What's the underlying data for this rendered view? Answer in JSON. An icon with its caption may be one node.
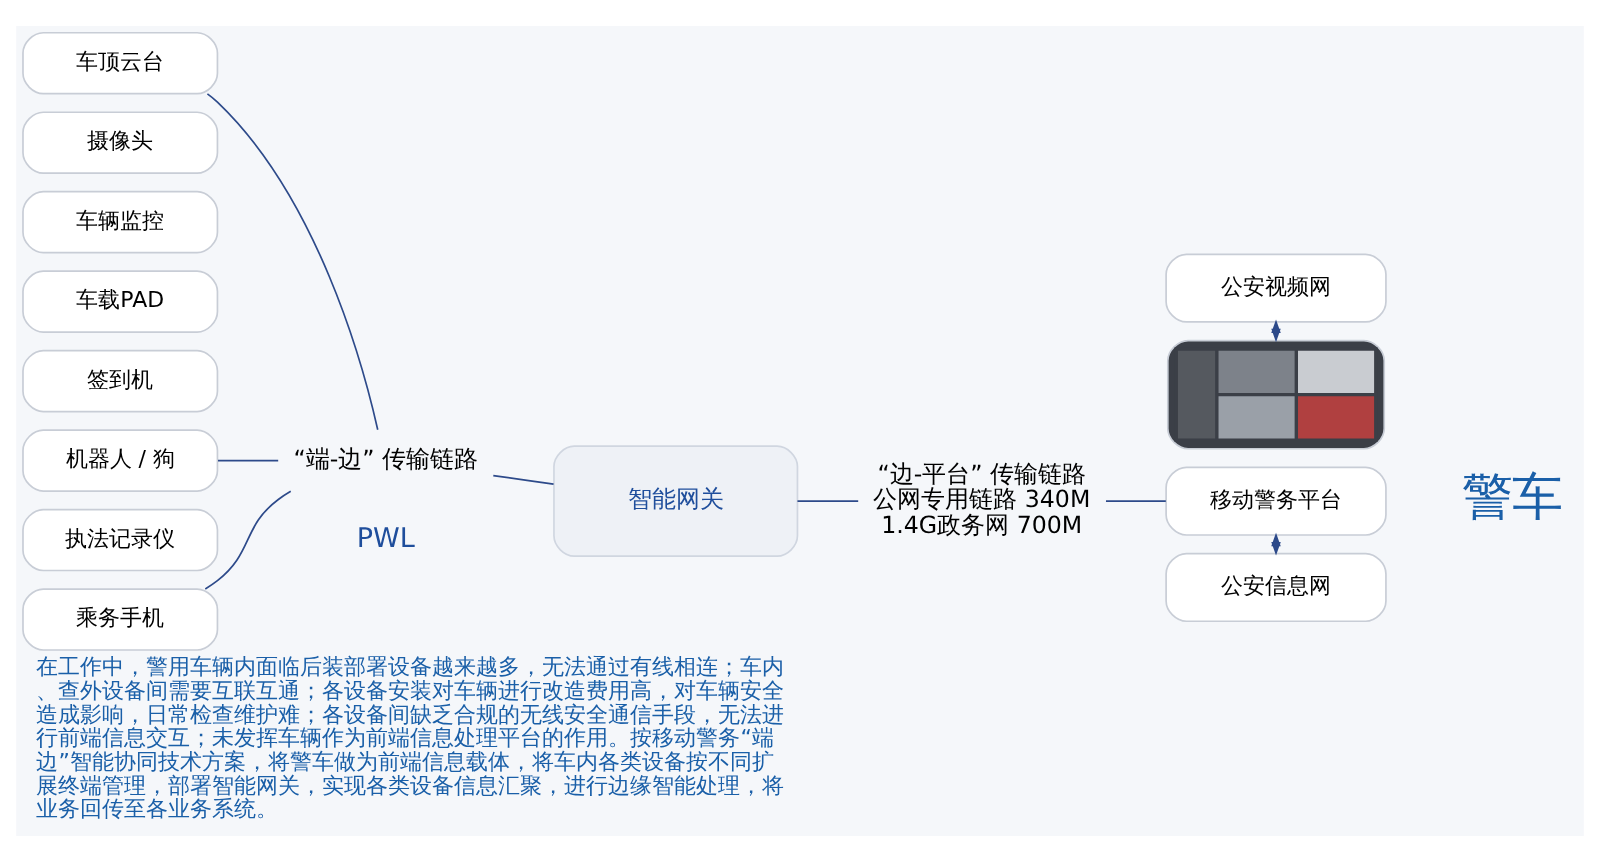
{
  "diagram": {
    "caption": "在工作中，警用车辆内面临后装部署设备越来越多，无法通过有线相连；车内、查外设备间需要互联互通；各设备安装对车辆进行改造费用高，对车辆安全造成影响，日常检查维护难；各设备间缺乏合规的无线安全通信手段，无法进行前端信息交互；未发挥车辆作为前端信息处理平台的作用。按移动警务“端边”智能协同技术方案，将警车做为前端信息载体，将车内各类设备按不同扩展终端管理，部署智能网关，实现各类设备信息汇聚，进行边缘智能处理，将业务回传至各业务系统。",
    "nodes": [
      {
        "text": [
          "车顶云台"
        ]
      },
      {
        "text": [
          "摄像头"
        ]
      },
      {
        "text": [
          "车辆监控"
        ]
      },
      {
        "text": [
          "车载PAD"
        ]
      },
      {
        "text": [
          "签到机"
        ]
      },
      {
        "text": [
          "机器人 / 狗"
        ]
      },
      {
        "text": [
          "执法记录仪"
        ]
      },
      {
        "text": [
          "乘务手机"
        ]
      },
      {
        "text": [
          "“端-边” 传输链路"
        ]
      },
      {
        "text": [
          "智能网关"
        ]
      },
      {
        "text": [
          "“边-平台” 传输链路",
          "公网专用链路 340M",
          "1.4G政务网 700M"
        ]
      },
      {
        "text": [
          "公安视频网"
        ]
      },
      {
        "text": [],
        "shape": "picture"
      },
      {
        "text": [
          "移动警务平台"
        ]
      },
      {
        "text": [
          "公安信息网"
        ]
      }
    ],
    "edges": [
      {
        "from": 0,
        "to": 8,
        "arrow": "none"
      },
      {
        "from": 5,
        "to": 8,
        "arrow": "none"
      },
      {
        "from": 7,
        "to": 8,
        "arrow": "none"
      },
      {
        "from": 8,
        "to": 9,
        "arrow": "none"
      },
      {
        "from": 9,
        "to": 10,
        "arrow": "none"
      },
      {
        "from": 10,
        "to": 13,
        "arrow": "none"
      },
      {
        "from": 11,
        "to": 12,
        "arrow": "both"
      },
      {
        "from": 13,
        "to": 14,
        "arrow": "both"
      }
    ],
    "labels": [
      "PWL",
      "警车"
    ]
  }
}
